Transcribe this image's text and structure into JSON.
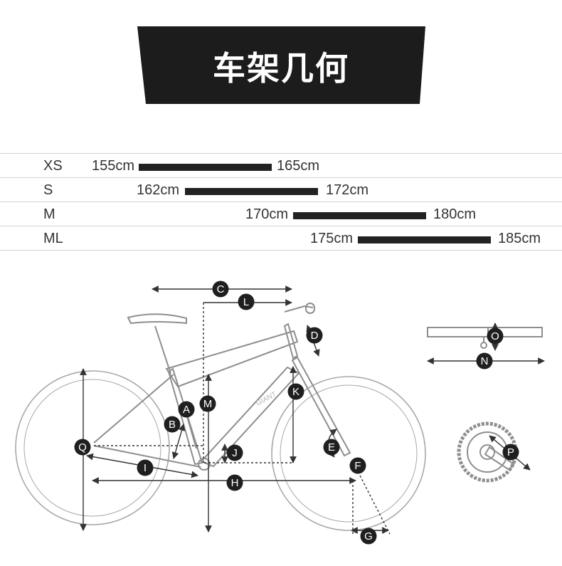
{
  "header": {
    "title": "车架几何"
  },
  "sizes": [
    {
      "name": "XS",
      "min": "155cm",
      "max": "165cm"
    },
    {
      "name": "S",
      "min": "162cm",
      "max": "172cm"
    },
    {
      "name": "M",
      "min": "170cm",
      "max": "180cm"
    },
    {
      "name": "ML",
      "min": "175cm",
      "max": "185cm"
    }
  ],
  "diagram": {
    "labels": {
      "A": "A",
      "B": "B",
      "C": "C",
      "D": "D",
      "E": "E",
      "F": "F",
      "G": "G",
      "H": "H",
      "I": "I",
      "J": "J",
      "K": "K",
      "L": "L",
      "M": "M",
      "N": "N",
      "O": "O",
      "P": "P",
      "Q": "Q"
    },
    "frame_text": "GIANT",
    "colors": {
      "frame": "#9a9a9a",
      "marker": "#1f1f1f",
      "dimension": "#333333"
    }
  }
}
